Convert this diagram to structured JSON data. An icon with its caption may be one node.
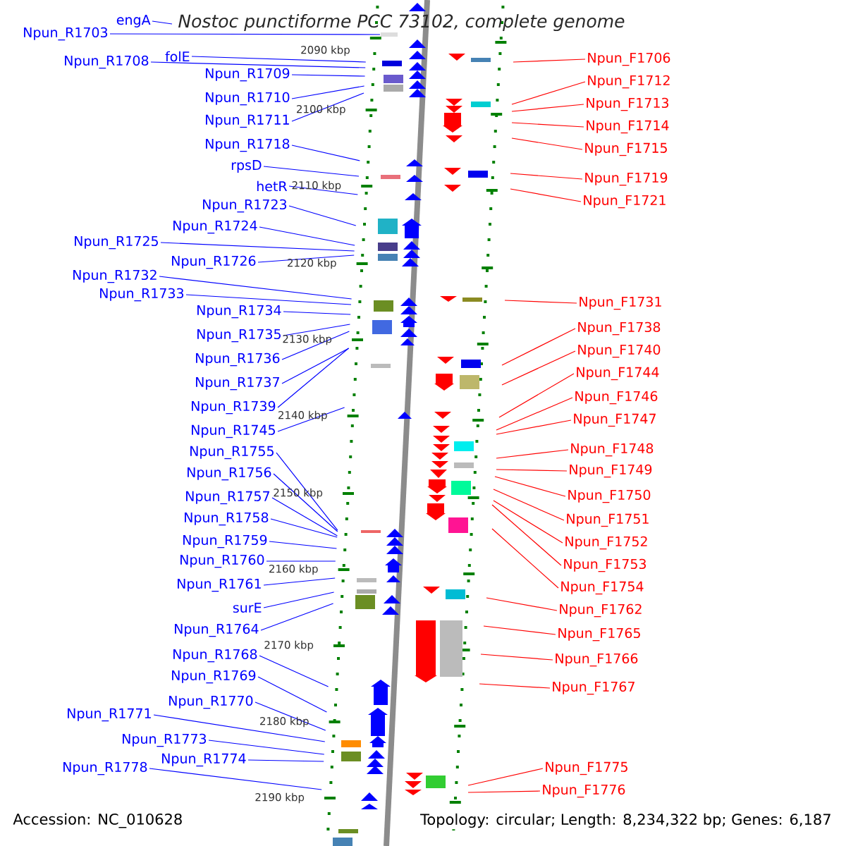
{
  "diagram": {
    "title": "*Nostoc punctiforme* PCC 73102, complete genome",
    "nodes": [
      {
        "text": [
          "engA"
        ]
      },
      {
        "text": [
          "Npun_R1703"
        ]
      },
      {
        "text": [
          "folE"
        ]
      },
      {
        "text": [
          "Npun_R1708"
        ]
      },
      {
        "text": [
          "Npun_R1709"
        ]
      },
      {
        "text": [
          "Npun_R1710"
        ]
      },
      {
        "text": [
          "Npun_R1711"
        ]
      },
      {
        "text": [
          "Npun_R1718"
        ]
      },
      {
        "text": [
          "rpsD"
        ]
      },
      {
        "text": [
          "hetR"
        ]
      },
      {
        "text": [
          "Npun_R1723"
        ]
      },
      {
        "text": [
          "Npun_R1724"
        ]
      },
      {
        "text": [
          "Npun_R1725"
        ]
      },
      {
        "text": [
          "Npun_R1726"
        ]
      },
      {
        "text": [
          "Npun_R1732"
        ]
      },
      {
        "text": [
          "Npun_R1733"
        ]
      },
      {
        "text": [
          "Npun_R1734"
        ]
      },
      {
        "text": [
          "Npun_R1735"
        ]
      },
      {
        "text": [
          "Npun_R1736"
        ]
      },
      {
        "text": [
          "Npun_R1737"
        ]
      },
      {
        "text": [
          "Npun_R1739"
        ]
      },
      {
        "text": [
          "Npun_R1745"
        ]
      },
      {
        "text": [
          "Npun_R1755"
        ]
      },
      {
        "text": [
          "Npun_R1756"
        ]
      },
      {
        "text": [
          "Npun_R1757"
        ]
      },
      {
        "text": [
          "Npun_R1758"
        ]
      },
      {
        "text": [
          "Npun_R1759"
        ]
      },
      {
        "text": [
          "Npun_R1760"
        ]
      },
      {
        "text": [
          "Npun_R1761"
        ]
      },
      {
        "text": [
          "surE"
        ]
      },
      {
        "text": [
          "Npun_R1764"
        ]
      },
      {
        "text": [
          "Npun_R1768"
        ]
      },
      {
        "text": [
          "Npun_R1769"
        ]
      },
      {
        "text": [
          "Npun_R1770"
        ]
      },
      {
        "text": [
          "Npun_R1771"
        ]
      },
      {
        "text": [
          "Npun_R1773"
        ]
      },
      {
        "text": [
          "Npun_R1774"
        ]
      },
      {
        "text": [
          "Npun_R1778"
        ]
      },
      {
        "text": [
          "Npun_F1706"
        ]
      },
      {
        "text": [
          "Npun_F1712"
        ]
      },
      {
        "text": [
          "Npun_F1713"
        ]
      },
      {
        "text": [
          "Npun_F1714"
        ]
      },
      {
        "text": [
          "Npun_F1715"
        ]
      },
      {
        "text": [
          "Npun_F1719"
        ]
      },
      {
        "text": [
          "Npun_F1721"
        ]
      },
      {
        "text": [
          "Npun_F1731"
        ]
      },
      {
        "text": [
          "Npun_F1738"
        ]
      },
      {
        "text": [
          "Npun_F1740"
        ]
      },
      {
        "text": [
          "Npun_F1744"
        ]
      },
      {
        "text": [
          "Npun_F1746"
        ]
      },
      {
        "text": [
          "Npun_F1747"
        ]
      },
      {
        "text": [
          "Npun_F1748"
        ]
      },
      {
        "text": [
          "Npun_F1749"
        ]
      },
      {
        "text": [
          "Npun_F1750"
        ]
      },
      {
        "text": [
          "Npun_F1751"
        ]
      },
      {
        "text": [
          "Npun_F1752"
        ]
      },
      {
        "text": [
          "Npun_F1753"
        ]
      },
      {
        "text": [
          "Npun_F1754"
        ]
      },
      {
        "text": [
          "Npun_F1762"
        ]
      },
      {
        "text": [
          "Npun_F1765"
        ]
      },
      {
        "text": [
          "Npun_F1766"
        ]
      },
      {
        "text": [
          "Npun_F1767"
        ]
      },
      {
        "text": [
          "Npun_F1775"
        ]
      },
      {
        "text": [
          "Npun_F1776"
        ]
      }
    ],
    "edges": [
      {
        "from": 0,
        "to": null,
        "arrow": "none"
      },
      {
        "from": 1,
        "to": null,
        "arrow": "none"
      },
      {
        "from": 2,
        "to": null,
        "arrow": "none"
      },
      {
        "from": 3,
        "to": null,
        "arrow": "none"
      },
      {
        "from": 4,
        "to": null,
        "arrow": "none"
      },
      {
        "from": 5,
        "to": null,
        "arrow": "none"
      },
      {
        "from": 6,
        "to": null,
        "arrow": "none"
      },
      {
        "from": 7,
        "to": null,
        "arrow": "none"
      },
      {
        "from": 8,
        "to": null,
        "arrow": "none"
      },
      {
        "from": 9,
        "to": null,
        "arrow": "none"
      },
      {
        "from": 10,
        "to": null,
        "arrow": "none"
      },
      {
        "from": 11,
        "to": null,
        "arrow": "none"
      },
      {
        "from": 12,
        "to": null,
        "arrow": "none"
      },
      {
        "from": 13,
        "to": null,
        "arrow": "none"
      },
      {
        "from": 14,
        "to": null,
        "arrow": "none"
      },
      {
        "from": 15,
        "to": null,
        "arrow": "none"
      },
      {
        "from": 16,
        "to": null,
        "arrow": "none"
      },
      {
        "from": 17,
        "to": null,
        "arrow": "none"
      },
      {
        "from": 18,
        "to": null,
        "arrow": "none"
      },
      {
        "from": 19,
        "to": null,
        "arrow": "none"
      },
      {
        "from": 20,
        "to": null,
        "arrow": "none"
      },
      {
        "from": 21,
        "to": null,
        "arrow": "none"
      },
      {
        "from": 22,
        "to": null,
        "arrow": "none"
      },
      {
        "from": 23,
        "to": null,
        "arrow": "none"
      },
      {
        "from": 24,
        "to": null,
        "arrow": "none"
      },
      {
        "from": 25,
        "to": null,
        "arrow": "none"
      },
      {
        "from": 26,
        "to": null,
        "arrow": "none"
      },
      {
        "from": 27,
        "to": null,
        "arrow": "none"
      },
      {
        "from": 28,
        "to": null,
        "arrow": "none"
      },
      {
        "from": 29,
        "to": null,
        "arrow": "none"
      },
      {
        "from": 30,
        "to": null,
        "arrow": "none"
      },
      {
        "from": 31,
        "to": null,
        "arrow": "none"
      },
      {
        "from": 32,
        "to": null,
        "arrow": "none"
      },
      {
        "from": 33,
        "to": null,
        "arrow": "none"
      },
      {
        "from": 34,
        "to": null,
        "arrow": "none"
      },
      {
        "from": 35,
        "to": null,
        "arrow": "none"
      },
      {
        "from": 36,
        "to": null,
        "arrow": "none"
      },
      {
        "from": 37,
        "to": null,
        "arrow": "none"
      },
      {
        "from": 38,
        "to": null,
        "arrow": "none",
        "color": "#ff0000"
      },
      {
        "from": 39,
        "to": null,
        "arrow": "none",
        "color": "#ff0000"
      },
      {
        "from": 40,
        "to": null,
        "arrow": "none",
        "color": "#ff0000"
      },
      {
        "from": 41,
        "to": null,
        "arrow": "none",
        "color": "#ff0000"
      },
      {
        "from": 42,
        "to": null,
        "arrow": "none",
        "color": "#ff0000"
      },
      {
        "from": 43,
        "to": null,
        "arrow": "none",
        "color": "#ff0000"
      },
      {
        "from": 44,
        "to": null,
        "arrow": "none",
        "color": "#ff0000"
      },
      {
        "from": 45,
        "to": null,
        "arrow": "none",
        "color": "#ff0000"
      },
      {
        "from": 46,
        "to": null,
        "arrow": "none",
        "color": "#ff0000"
      },
      {
        "from": 47,
        "to": null,
        "arrow": "none",
        "color": "#ff0000"
      },
      {
        "from": 48,
        "to": null,
        "arrow": "none",
        "color": "#ff0000"
      },
      {
        "from": 49,
        "to": null,
        "arrow": "none",
        "color": "#ff0000"
      },
      {
        "from": 50,
        "to": null,
        "arrow": "none",
        "color": "#ff0000"
      },
      {
        "from": 51,
        "to": null,
        "arrow": "none",
        "color": "#ff0000"
      },
      {
        "from": 52,
        "to": null,
        "arrow": "none",
        "color": "#ff0000"
      },
      {
        "from": 53,
        "to": null,
        "arrow": "none",
        "color": "#ff0000"
      },
      {
        "from": 54,
        "to": null,
        "arrow": "none",
        "color": "#ff0000"
      },
      {
        "from": 55,
        "to": null,
        "arrow": "none",
        "color": "#ff0000"
      },
      {
        "from": 56,
        "to": null,
        "arrow": "none",
        "color": "#ff0000"
      },
      {
        "from": 57,
        "to": null,
        "arrow": "none",
        "color": "#ff0000"
      },
      {
        "from": 58,
        "to": null,
        "arrow": "none",
        "color": "#ff0000"
      },
      {
        "from": 59,
        "to": null,
        "arrow": "none",
        "color": "#ff0000"
      },
      {
        "from": 60,
        "to": null,
        "arrow": "none",
        "color": "#ff0000"
      },
      {
        "from": 61,
        "to": null,
        "arrow": "none",
        "color": "#ff0000"
      },
      {
        "from": 62,
        "to": null,
        "arrow": "none",
        "color": "#ff0000"
      },
      {
        "from": 63,
        "to": null,
        "arrow": "none",
        "color": "#ff0000"
      }
    ],
    "labels": [
      "2090 kbp",
      "2100 kbp",
      "2110 kbp",
      "2120 kbp",
      "2130 kbp",
      "2140 kbp",
      "2150 kbp",
      "2160 kbp",
      "2170 kbp",
      "2180 kbp",
      "2190 kbp",
      "Accession: NC_010628",
      "Topology: circular; Length: 8,234,322 bp; Genes: 6,187"
    ]
  }
}
